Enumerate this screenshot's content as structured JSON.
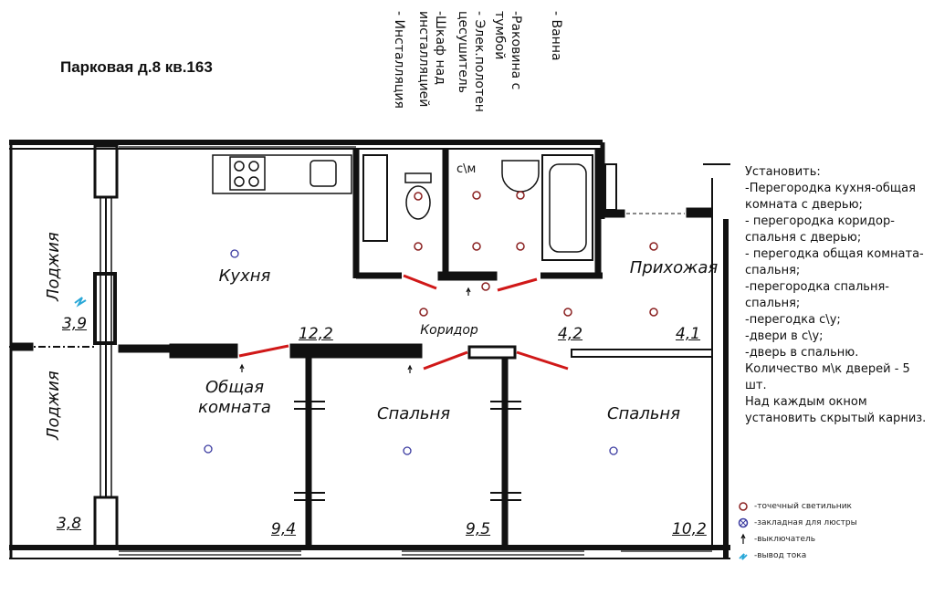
{
  "title": "Парковая д.8 кв.163",
  "bathroom_list": [
    "- Ванна",
    "-Раковина с\nтумбой",
    "- Элек.полотен\nцесушитель",
    "-Шкаф над\nинсталляцией",
    "- Инсталляция"
  ],
  "sm_label": "с\\м",
  "rooms": {
    "kitchen": "Кухня",
    "hall": "Прихожая",
    "corridor": "Коридор",
    "living": "Общая\nкомната",
    "bedroom1": "Спальня",
    "bedroom2": "Спальня",
    "loggia1": "Лоджия",
    "loggia2": "Лоджия"
  },
  "areas": {
    "loggia1": "3,9",
    "loggia2": "3,8",
    "kitchen": "12,2",
    "corridor": "4,2",
    "hall": "4,1",
    "living": "9,4",
    "bedroom1": "9,5",
    "bedroom2": "10,2"
  },
  "notes": [
    "Установить:",
    "-Перегородка кухня-общая комната с дверью;",
    "- перегородка коридор-спальня с дверью;",
    "- перегодка общая комната-спальня;",
    "-перегородка спальня-спальня;",
    "-перегодка с\\у;",
    "-двери в с\\у;",
    "-дверь в спальню.",
    "Количество м\\к дверей - 5 шт.",
    "Над каждым окном установить скрытый карниз."
  ],
  "legend": [
    {
      "icon": "spot-light-icon",
      "label": "-точечный светильник"
    },
    {
      "icon": "chandelier-mount-icon",
      "label": "-закладная для люстры"
    },
    {
      "icon": "switch-icon",
      "label": "-выключатель"
    },
    {
      "icon": "power-outlet-icon",
      "label": "-вывод тока"
    }
  ],
  "colors": {
    "wall": "#111111",
    "new_partition": "#d01818",
    "spot": "#8a2020",
    "chandelier": "#3a3aa0",
    "outlet": "#2aa8d8"
  }
}
